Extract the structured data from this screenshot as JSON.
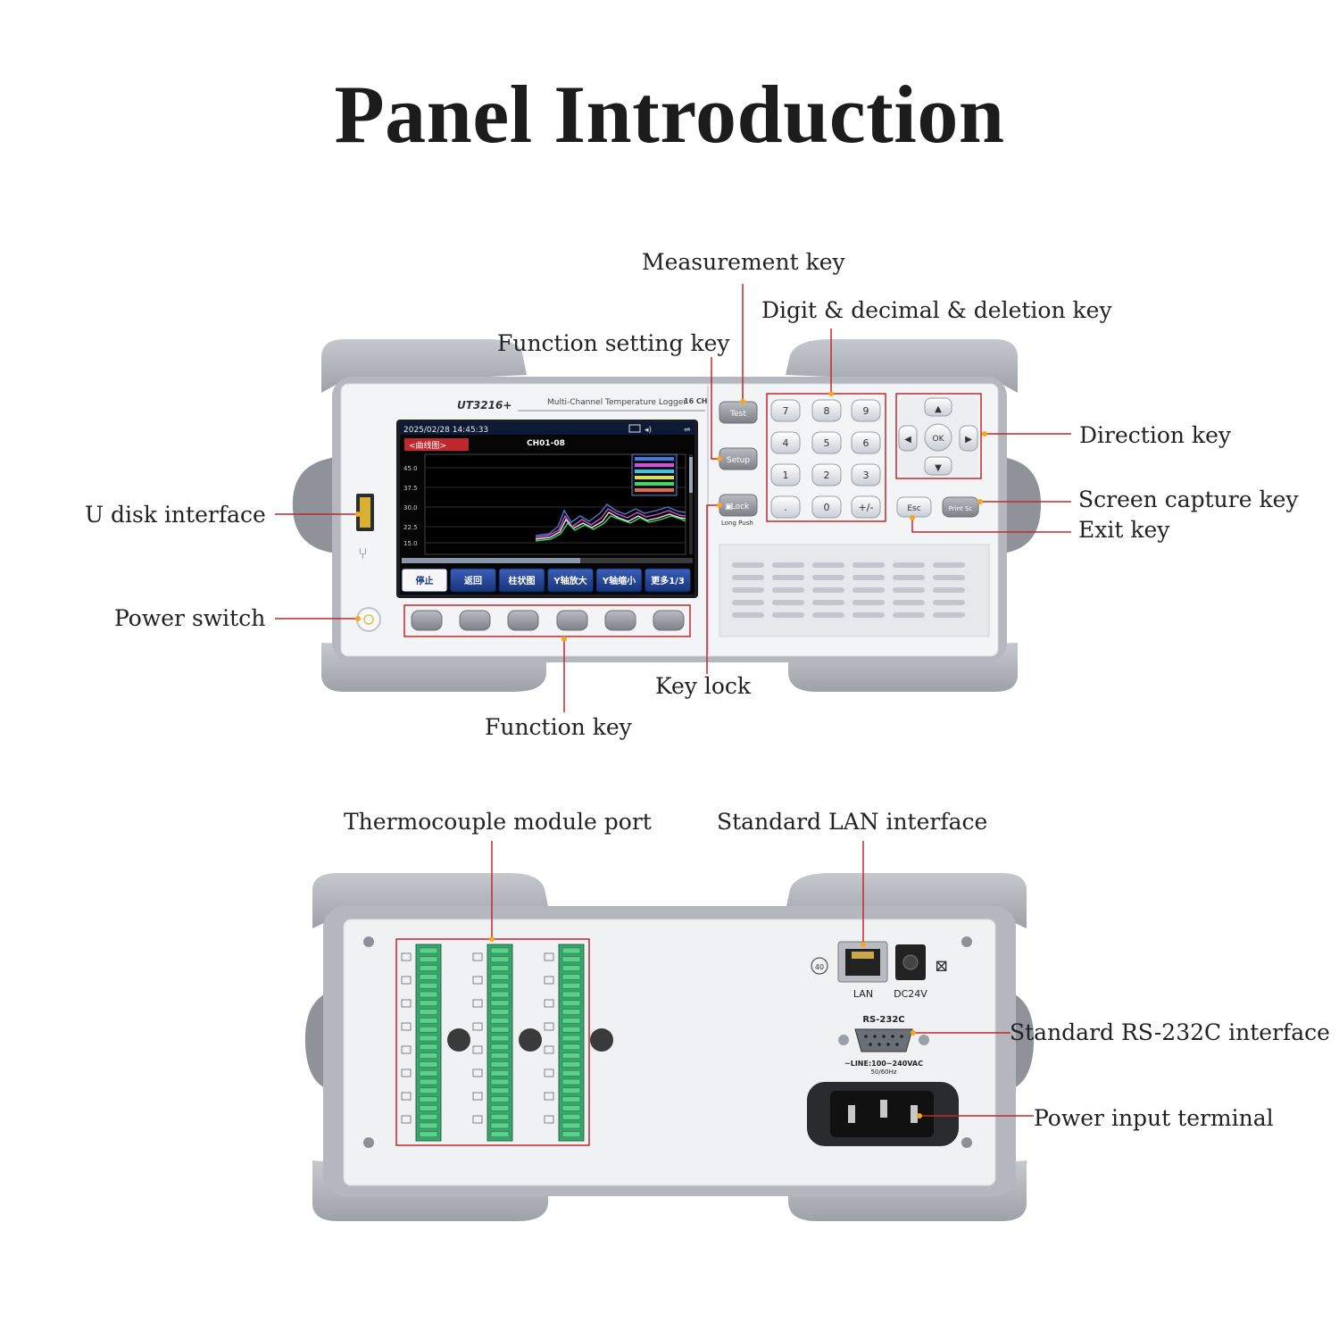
{
  "title": "Panel Introduction",
  "front_labels": {
    "measurement_key": "Measurement key",
    "digit_key": "Digit & decimal & deletion key",
    "function_setting_key": "Function setting key",
    "direction_key": "Direction key",
    "u_disk_interface": "U disk interface",
    "screen_capture_key": "Screen capture key",
    "exit_key": "Exit key",
    "power_switch": "Power switch",
    "key_lock": "Key lock",
    "function_key": "Function key"
  },
  "rear_labels": {
    "thermocouple_port": "Thermocouple module port",
    "lan_interface": "Standard LAN interface",
    "rs232c_interface": "Standard RS-232C interface",
    "power_input": "Power input terminal"
  },
  "device": {
    "model": "UT3216+",
    "product_name": "Multi-Channel Temperature Logger",
    "channels": "16 CH",
    "screen": {
      "datetime": "2025/02/28  14:45:33",
      "mode_tab": "<曲线图>",
      "channel_range": "CH01-08",
      "y_ticks": [
        "45.0",
        "37.5",
        "30.0",
        "22.5",
        "15.0"
      ],
      "softkeys": [
        "停止",
        "返回",
        "柱状图",
        "Y轴放大",
        "Y轴缩小",
        "更多1/3"
      ]
    },
    "keys": {
      "test": "Test",
      "setup": "Setup",
      "lock": "Lock",
      "lock_hint": "Long Push",
      "keypad": [
        "7",
        "8",
        "9",
        "4",
        "5",
        "6",
        "1",
        "2",
        "3",
        ".",
        "0",
        "+/-"
      ],
      "ok": "OK",
      "esc": "Esc",
      "print_sc": "Print Sc"
    },
    "rear": {
      "lan": "LAN",
      "dc": "DC24V",
      "rs232": "RS-232C",
      "line_rating": "~LINE:100~240VAC",
      "freq": "50/60Hz",
      "ground_symbol": "40"
    }
  },
  "colors": {
    "accent_red": "#c0282d",
    "frame_grey": "#a9adb3",
    "panel_white": "#f2f3f5",
    "screen_bg": "#050505",
    "terminal_green": "#3aa56a"
  }
}
